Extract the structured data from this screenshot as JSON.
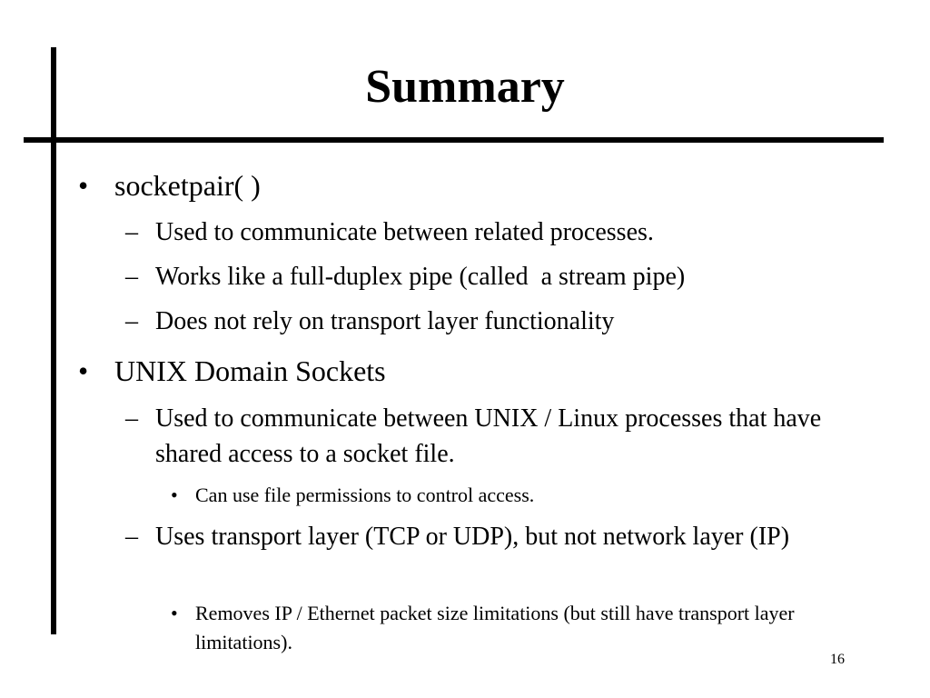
{
  "slide": {
    "title": "Summary",
    "bullets": [
      {
        "marker": "•",
        "text": "socketpair( )",
        "subitems": [
          {
            "marker": "–",
            "text": "Used to communicate between related processes."
          },
          {
            "marker": "–",
            "text": "Works like a full-duplex pipe (called  a stream pipe)"
          },
          {
            "marker": "–",
            "text": "Does not rely on transport layer functionality"
          }
        ]
      },
      {
        "marker": "•",
        "text": "UNIX Domain Sockets",
        "subitems": [
          {
            "marker": "–",
            "text": "Used to communicate between UNIX / Linux processes that have shared access to a socket file.",
            "subitems": [
              {
                "marker": "•",
                "text": "Can use file permissions to control access."
              }
            ]
          },
          {
            "marker": "–",
            "text": "Uses transport layer (TCP or UDP), but not network layer (IP)",
            "subitems": [
              {
                "marker": "•",
                "text": "Removes IP / Ethernet packet size limitations (but still have transport layer limitations)."
              }
            ]
          }
        ]
      }
    ],
    "page_number": "16"
  }
}
